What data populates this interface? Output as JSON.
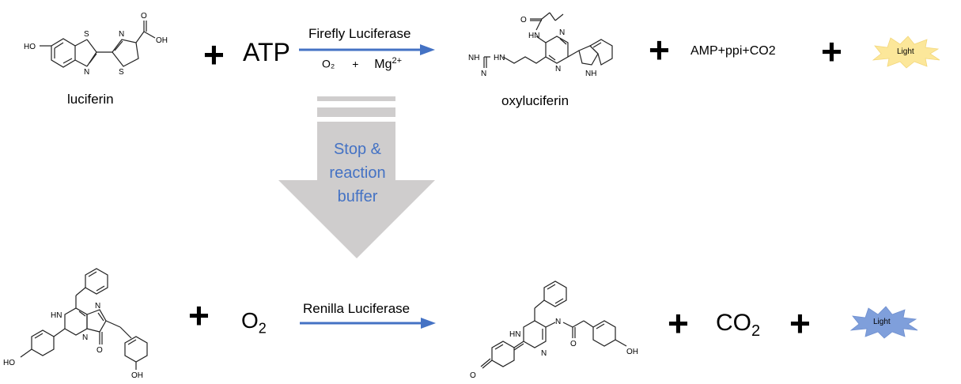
{
  "top": {
    "reactant_label": "luciferin",
    "reactant2": "ATP",
    "enzyme": "Firefly  Luciferase",
    "cofactor_o2": "O₂",
    "cofactor_plus": "+",
    "cofactor_mg": "Mg",
    "cofactor_mg_sup": "2+",
    "product_label": "oxyluciferin",
    "byproducts": "AMP+ppi+CO2",
    "light": "Light"
  },
  "middle": {
    "line1": "Stop &",
    "line2": "reaction",
    "line3": "buffer"
  },
  "bottom": {
    "reactant2": "O",
    "reactant2_sub": "2",
    "enzyme": "Renilla  Luciferase",
    "product2": "CO",
    "product2_sub": "2",
    "light": "Light"
  },
  "atoms": {
    "luciferin": [
      "HO",
      "S",
      "N",
      "N",
      "S",
      "OH",
      "O"
    ],
    "oxyluciferin": [
      "O",
      "HN",
      "N",
      "N",
      "HN",
      "NH",
      "N",
      "NH"
    ],
    "coelenterazine": [
      "HN",
      "N",
      "N",
      "O",
      "HO",
      "OH"
    ],
    "coelenteramide": [
      "HN",
      "N",
      "N",
      "O",
      "O",
      "OH"
    ]
  },
  "colors": {
    "arrow_blue": "#4472c4",
    "stop_arrow_gray": "#cfcdcd",
    "light_yellow": "#fce79a",
    "light_blue": "#7f9fdb"
  }
}
